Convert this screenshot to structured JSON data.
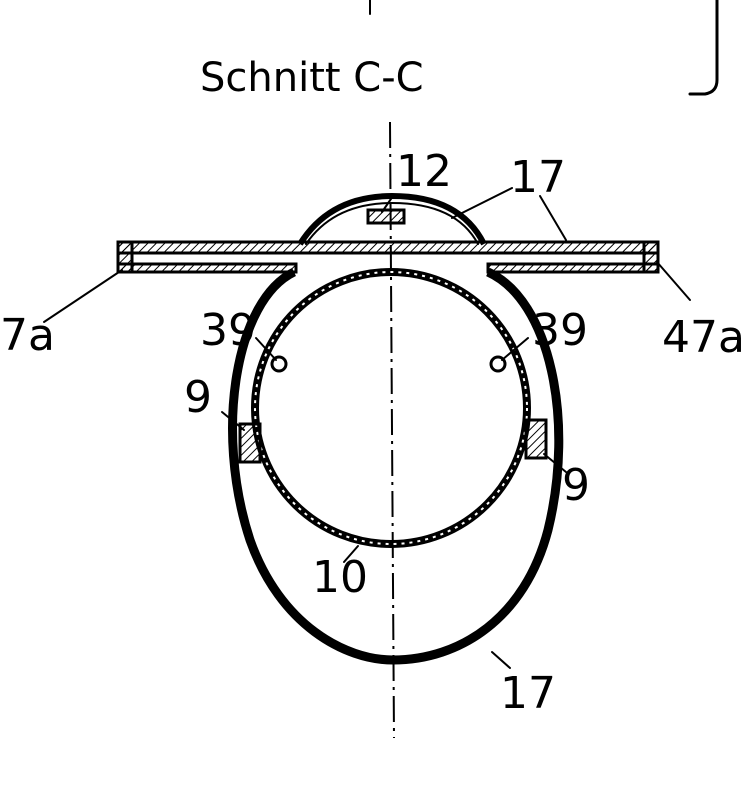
{
  "title": "Schnitt C-C",
  "labels": {
    "part_12": "12",
    "part_17_top_a": "17",
    "part_17_top_b": "17",
    "part_47a_left": "7a",
    "part_47a_right": "47a",
    "part_39_left": "39",
    "part_39_right": "39",
    "part_9_left": "9",
    "part_9_right": "9",
    "part_10": "10",
    "part_17_bottom": "17"
  },
  "colors": {
    "ink": "#000000",
    "background": "#ffffff"
  }
}
